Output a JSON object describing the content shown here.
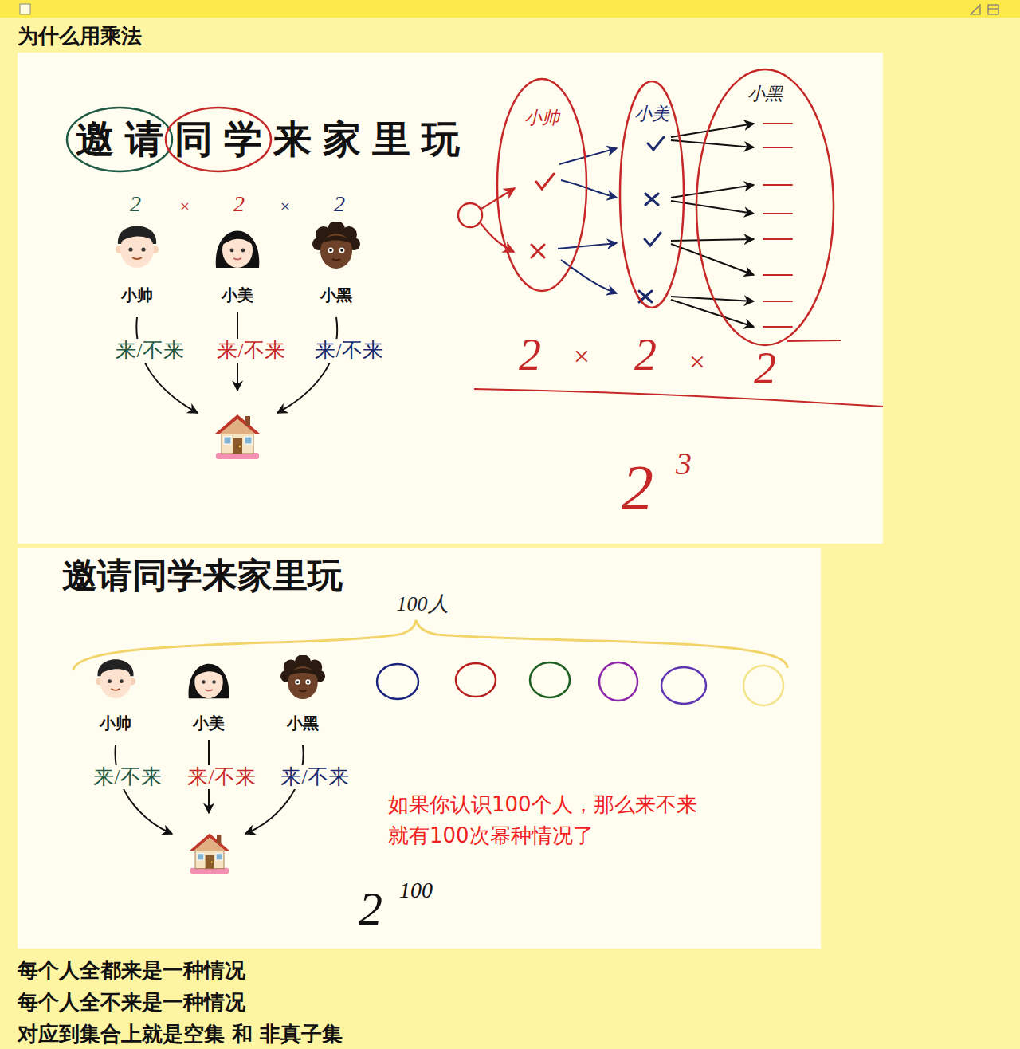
{
  "diagram": {
    "title": "为什么用乘法",
    "nodes": [
      {
        "text": [
          "小帅"
        ]
      },
      {
        "text": [
          "小美"
        ]
      },
      {
        "text": [
          "小黑"
        ]
      }
    ],
    "labels": [
      "邀请同学来家里玩",
      "2",
      "×",
      "2",
      "×",
      "2",
      "小帅",
      "小美",
      "小黑",
      "来/不来",
      "来/不来",
      "来/不来",
      "2",
      "×",
      "2",
      "×",
      "2",
      "2",
      "3",
      "邀请同学来家里玩",
      "100人",
      "小帅",
      "小美",
      "小黑",
      "来/不来",
      "来/不来",
      "来/不来",
      "如果你认识100个人，那么来不来 就有100次幂种情况了",
      "2",
      "100",
      "每个人全都来是一种情况",
      "每个人全不来是一种情况",
      "对应到集合上就是空集 和 非真子集"
    ]
  }
}
